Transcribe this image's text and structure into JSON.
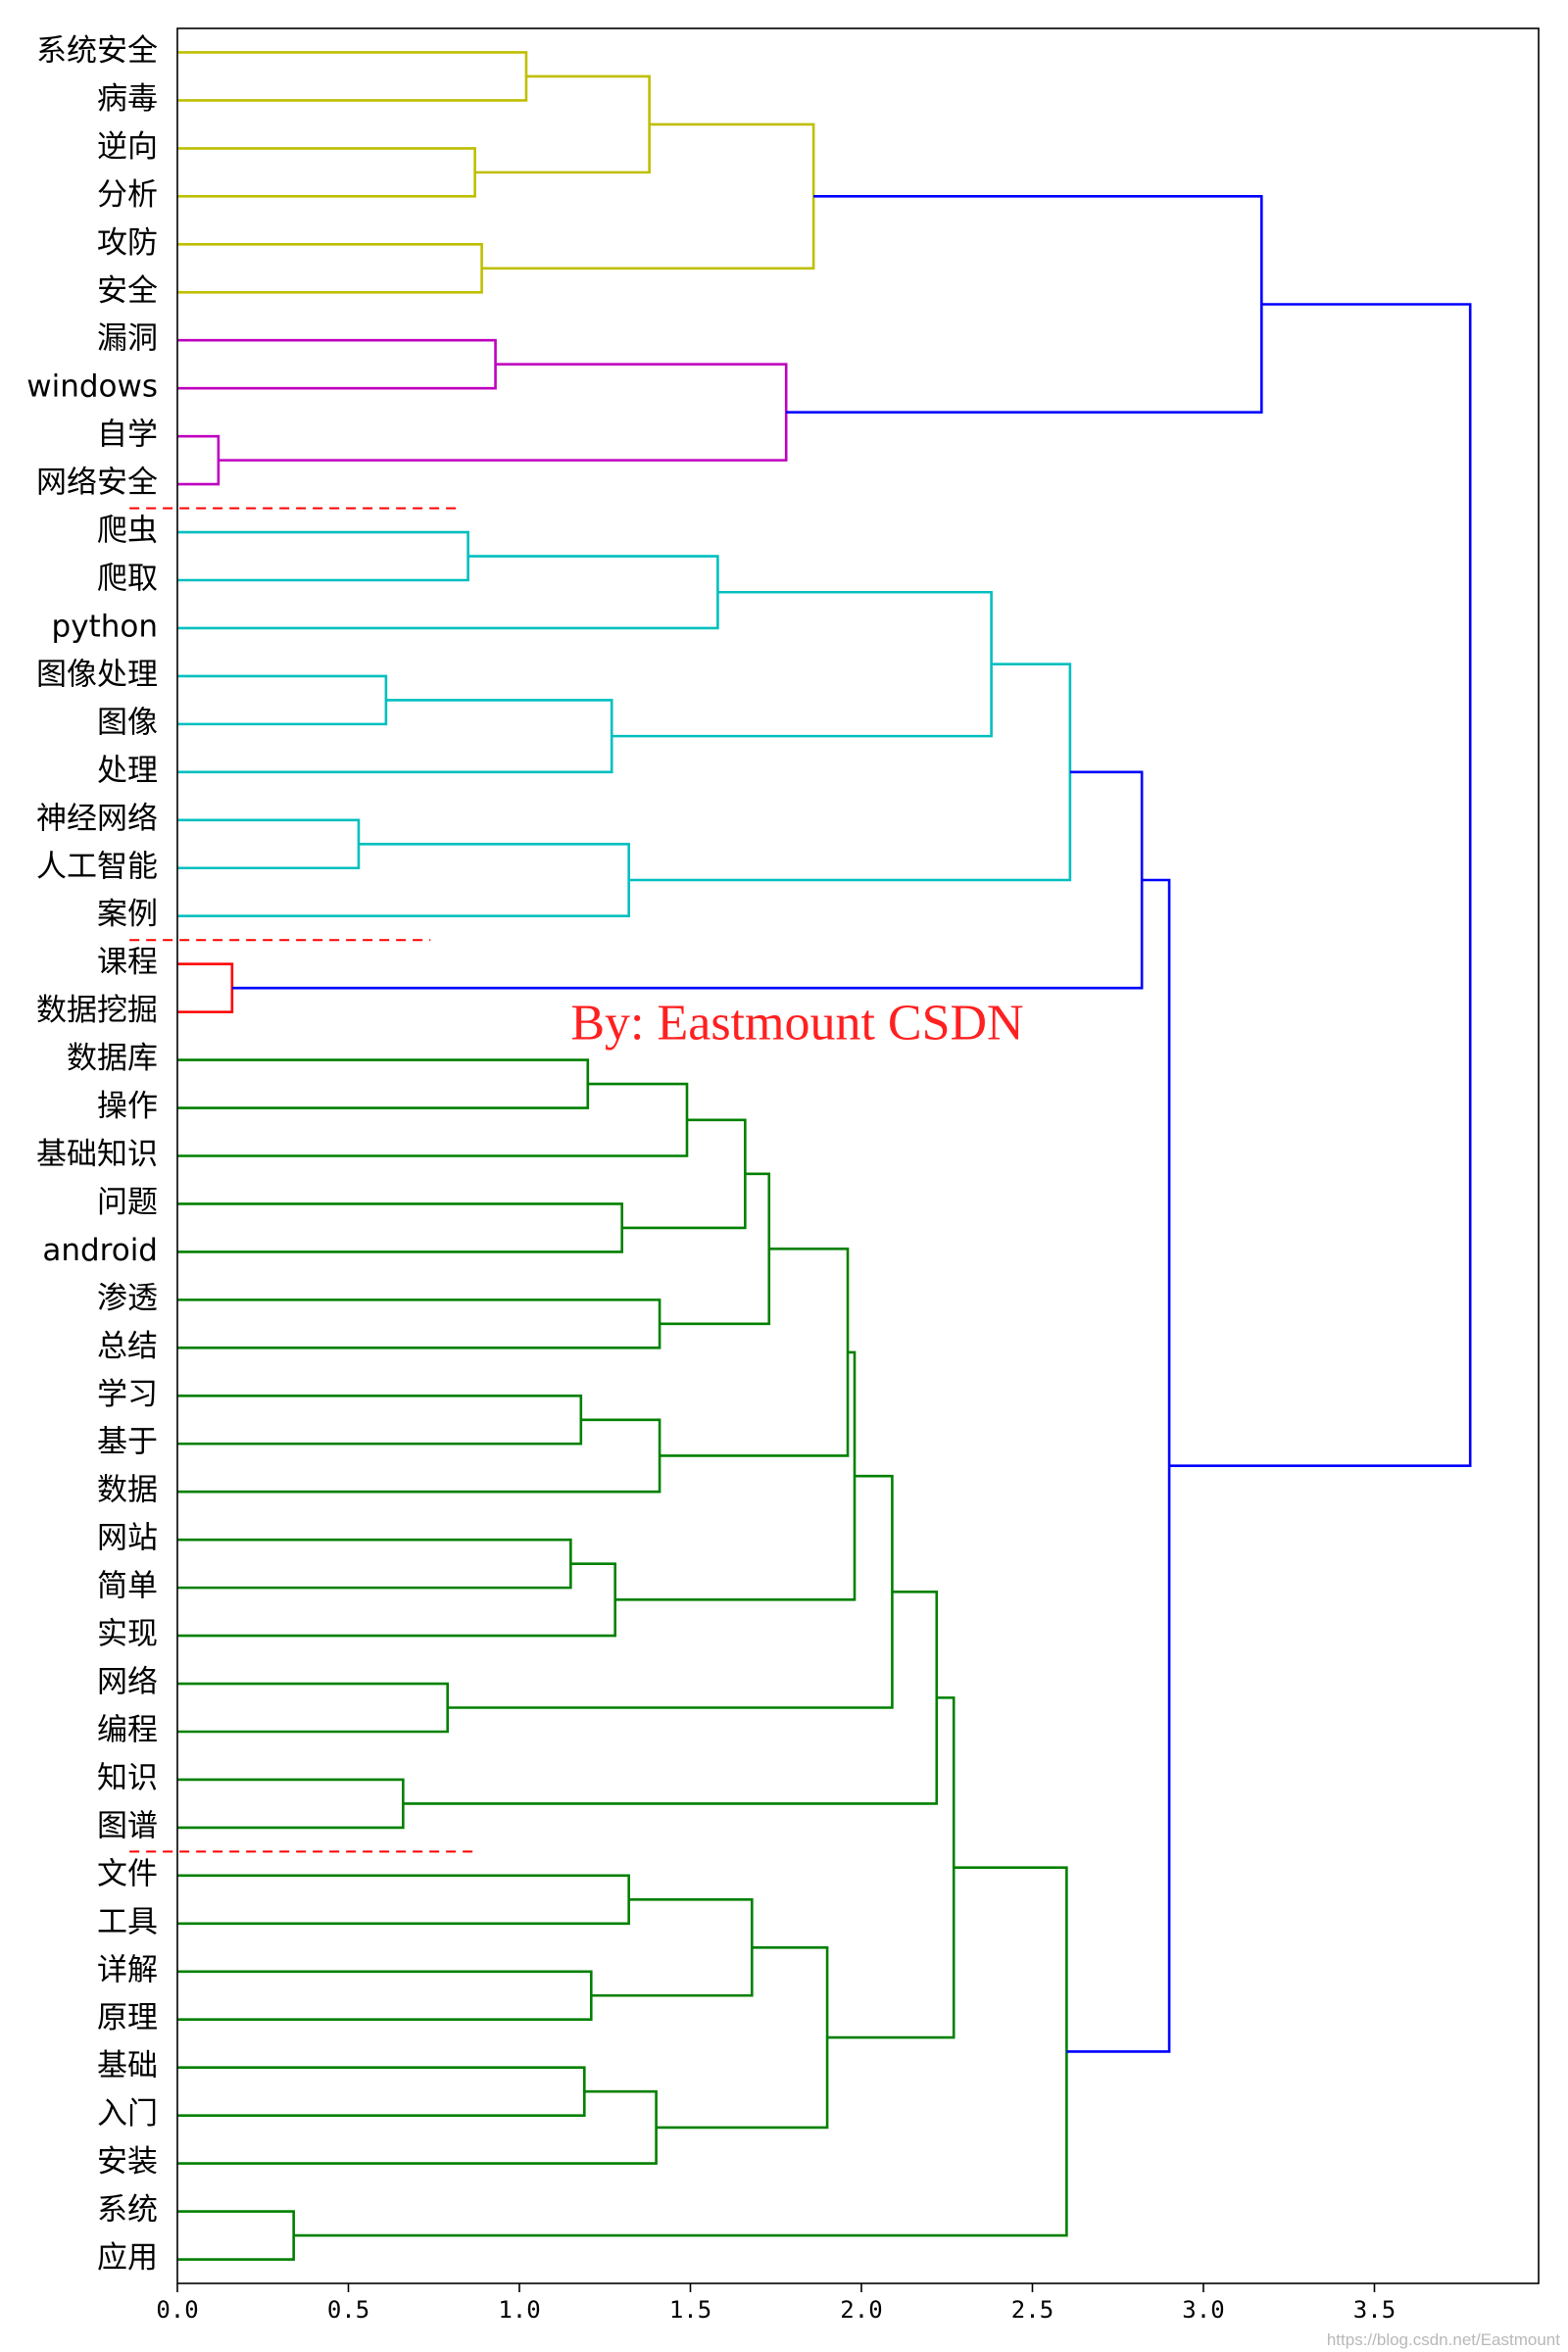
{
  "chart_data": {
    "type": "dendrogram",
    "orientation": "left",
    "xlim": [
      0.0,
      3.98
    ],
    "xticks": [
      "0.0",
      "0.5",
      "1.0",
      "1.5",
      "2.0",
      "2.5",
      "3.0",
      "3.5"
    ],
    "leaves": [
      "系统安全",
      "病毒",
      "逆向",
      "分析",
      "攻防",
      "安全",
      "漏洞",
      "windows",
      "自学",
      "网络安全",
      "爬虫",
      "爬取",
      "python",
      "图像处理",
      "图像",
      "处理",
      "神经网络",
      "人工智能",
      "案例",
      "课程",
      "数据挖掘",
      "数据库",
      "操作",
      "基础知识",
      "问题",
      "android",
      "渗透",
      "总结",
      "学习",
      "基于",
      "数据",
      "网站",
      "简单",
      "实现",
      "网络",
      "编程",
      "知识",
      "图谱",
      "文件",
      "工具",
      "详解",
      "原理",
      "基础",
      "入门",
      "安装",
      "系统",
      "应用"
    ],
    "merges": [
      {
        "a": 0,
        "b": 1,
        "height": 1.02
      },
      {
        "a": 2,
        "b": 3,
        "height": 0.87
      },
      {
        "a": "m0",
        "b": "m1",
        "height": 1.38
      },
      {
        "a": 4,
        "b": 5,
        "height": 0.89
      },
      {
        "a": "m2",
        "b": "m3",
        "height": 1.86
      },
      {
        "a": 6,
        "b": 7,
        "height": 0.93
      },
      {
        "a": 8,
        "b": 9,
        "height": 0.12
      },
      {
        "a": "m5",
        "b": "m6",
        "height": 1.78
      },
      {
        "a": "m4",
        "b": "m7",
        "height": 3.17
      },
      {
        "a": 10,
        "b": 11,
        "height": 0.85
      },
      {
        "a": "m9",
        "b": 12,
        "height": 1.58
      },
      {
        "a": 13,
        "b": 14,
        "height": 0.61
      },
      {
        "a": "m11",
        "b": 15,
        "height": 1.27
      },
      {
        "a": "m10",
        "b": "m12",
        "height": 2.38
      },
      {
        "a": 16,
        "b": 17,
        "height": 0.53
      },
      {
        "a": "m14",
        "b": 18,
        "height": 1.32
      },
      {
        "a": "m13",
        "b": "m15",
        "height": 2.61
      },
      {
        "a": 19,
        "b": 20,
        "height": 0.16
      },
      {
        "a": "m16",
        "b": "m17",
        "height": 2.82
      },
      {
        "a": 21,
        "b": 22,
        "height": 1.2
      },
      {
        "a": "m19",
        "b": 23,
        "height": 1.49
      },
      {
        "a": 24,
        "b": 25,
        "height": 1.3
      },
      {
        "a": "m20",
        "b": "m21",
        "height": 1.66
      },
      {
        "a": 26,
        "b": 27,
        "height": 1.41
      },
      {
        "a": "m22",
        "b": "m23",
        "height": 1.73
      },
      {
        "a": 28,
        "b": 29,
        "height": 1.18
      },
      {
        "a": "m25",
        "b": 30,
        "height": 1.41
      },
      {
        "a": "m24",
        "b": "m26",
        "height": 1.96
      },
      {
        "a": 31,
        "b": 32,
        "height": 1.15
      },
      {
        "a": "m28",
        "b": 33,
        "height": 1.28
      },
      {
        "a": "m27",
        "b": "m29",
        "height": 1.98
      },
      {
        "a": 34,
        "b": 35,
        "height": 0.79
      },
      {
        "a": "m30",
        "b": "m31",
        "height": 2.09
      },
      {
        "a": 36,
        "b": 37,
        "height": 0.66
      },
      {
        "a": "m32",
        "b": "m33",
        "height": 2.22
      },
      {
        "a": 38,
        "b": 39,
        "height": 1.32
      },
      {
        "a": 40,
        "b": 41,
        "height": 1.21
      },
      {
        "a": "m35",
        "b": "m36",
        "height": 1.68
      },
      {
        "a": 42,
        "b": 43,
        "height": 1.19
      },
      {
        "a": "m38",
        "b": 44,
        "height": 1.4
      },
      {
        "a": "m37",
        "b": "m39",
        "height": 1.9
      },
      {
        "a": "m34",
        "b": "m40",
        "height": 2.27
      },
      {
        "a": 45,
        "b": 46,
        "height": 0.34
      },
      {
        "a": "m41",
        "b": "m42",
        "height": 2.6
      },
      {
        "a": "m18",
        "b": "m43",
        "height": 2.9
      },
      {
        "a": "m8",
        "b": "m44",
        "height": 3.78
      }
    ],
    "cluster_colors": {
      "m4": "#bfbf00",
      "m7": "#bf00bf",
      "m16": "#00bfbf",
      "m17": "#ff0000",
      "m43": "#008000",
      "above_threshold": "#0000ff"
    },
    "cut_lines": [
      {
        "between_leaves": [
          9,
          10
        ],
        "x_start": -0.14,
        "x_end": 0.82
      },
      {
        "between_leaves": [
          18,
          19
        ],
        "x_start": -0.14,
        "x_end": 0.74
      },
      {
        "between_leaves": [
          37,
          38
        ],
        "x_start": -0.14,
        "x_end": 0.87
      }
    ],
    "cut_line_color": "#ff0000",
    "annotation": {
      "text": "By: Eastmount CSDN",
      "x": 1.15,
      "y_leaf": 20.2,
      "color": "#ff2020"
    }
  },
  "footer": {
    "credit": "https://blog.csdn.net/Eastmount"
  }
}
